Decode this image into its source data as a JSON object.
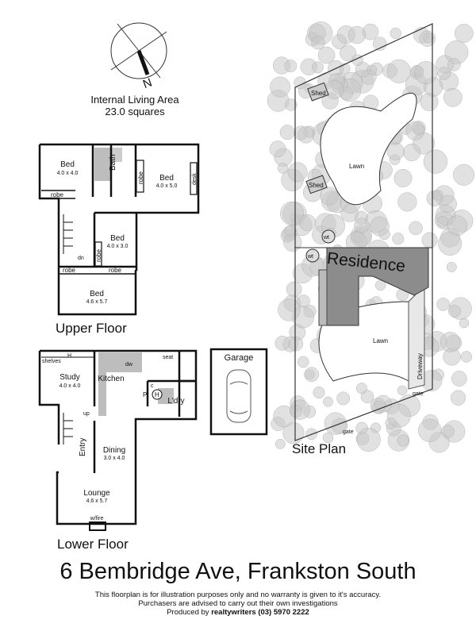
{
  "compass": {
    "north_label": "N"
  },
  "internal_area": {
    "label": "Internal Living Area",
    "value": "23.0 squares"
  },
  "upper_floor": {
    "title": "Upper Floor",
    "rooms": [
      {
        "name": "Bed",
        "size": "4.0 x 4.0"
      },
      {
        "name": "Bath"
      },
      {
        "name": "Bed",
        "size": "4.0 x 5.0"
      },
      {
        "name": "Bed",
        "size": "4.0 x 3.0"
      },
      {
        "name": "Bed",
        "size": "4.6 x 5.7"
      }
    ],
    "labels": {
      "robe": "robe",
      "desk": "desk",
      "dn": "dn"
    }
  },
  "lower_floor": {
    "title": "Lower Floor",
    "rooms": [
      {
        "name": "Study",
        "size": "4.0 x 4.0"
      },
      {
        "name": "Kitchen"
      },
      {
        "name": "L'dry"
      },
      {
        "name": "Entry"
      },
      {
        "name": "Dining",
        "size": "3.0 x 4.0"
      },
      {
        "name": "Lounge",
        "size": "4.6 x 5.7"
      }
    ],
    "labels": {
      "shelves": "shelves",
      "H": "H",
      "dw": "dw",
      "seat": "seat",
      "c": "c",
      "P": "P",
      "up": "up",
      "fire": "w/fire"
    }
  },
  "garage": {
    "label": "Garage"
  },
  "site_plan": {
    "title": "Site Plan",
    "labels": {
      "residence": "Residence",
      "lawn": "Lawn",
      "shed": "Shed",
      "wt": "wt",
      "driveway": "Driveway",
      "gate": "gate"
    }
  },
  "footer": {
    "address": "6 Bembridge Ave, Frankston South",
    "disclaimer1": "This floorplan is for illustration purposes only and no warranty is given to it's accuracy.",
    "disclaimer2": "Purchasers are advised to carry out their own investigations",
    "produced_prefix": "Produced by ",
    "producer": "realtywriters (03) 5970 2222"
  },
  "colors": {
    "wall": "#111111",
    "fixture": "#bdbdbd",
    "residence": "#8c8c8c",
    "tree": "#c8c8c8"
  }
}
